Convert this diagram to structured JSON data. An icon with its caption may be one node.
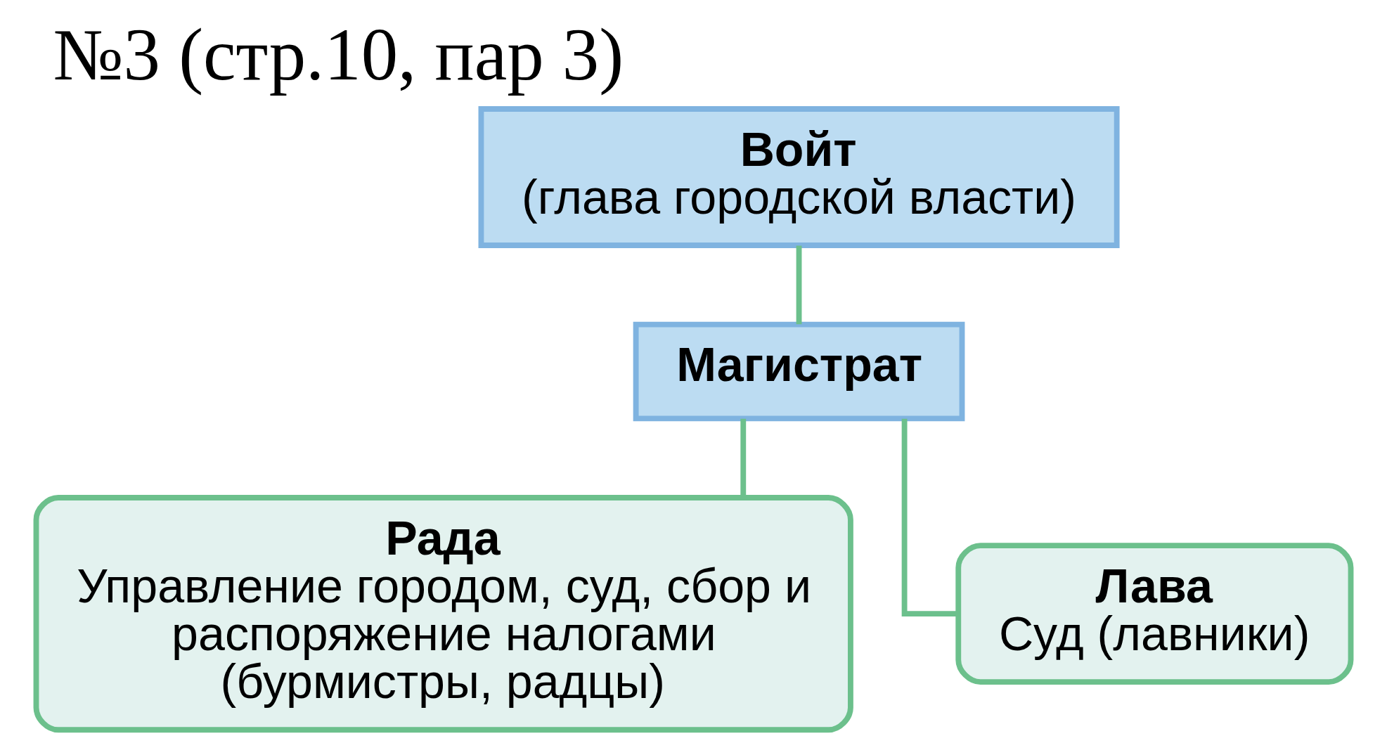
{
  "diagram": {
    "title": "№3 (стр.10, пар 3)",
    "nodes": [
      {
        "text": [
          "Войт",
          "(глава городской власти)"
        ]
      },
      {
        "text": [
          "Магистрат"
        ]
      },
      {
        "text": [
          "Рада",
          "Управление городом, суд, сбор и распоряжение налогами (бурмистры, радцы)"
        ]
      },
      {
        "text": [
          "Лава",
          "Суд (лавники)"
        ]
      }
    ],
    "edges": [
      {
        "from": 0,
        "to": 1,
        "arrow": "none"
      },
      {
        "from": 1,
        "to": 2,
        "arrow": "none"
      },
      {
        "from": 1,
        "to": 3,
        "arrow": "none"
      }
    ]
  }
}
